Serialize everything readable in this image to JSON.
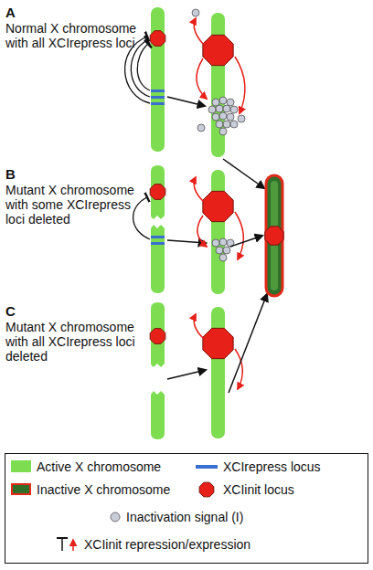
{
  "diagram": {
    "labels": [
      "A",
      "Normal X chromosome with all XCIrepress loci",
      "B",
      "Mutant X chromosome with some XCIrepress loci deleted",
      "C",
      "Mutant X chromosome with all XCIrepress loci deleted"
    ],
    "legend": [
      {
        "text": "Active X chromosome",
        "color": "#7ddc4f"
      },
      {
        "text": "XCIrepress locus"
      },
      {
        "text": "Inactive X chromosome",
        "color": "#2f6f2a"
      },
      {
        "text": "XCIinit locus"
      },
      {
        "text": "Inactivation signal (I)"
      },
      {
        "text": "XCIinit repression/expression"
      }
    ]
  }
}
